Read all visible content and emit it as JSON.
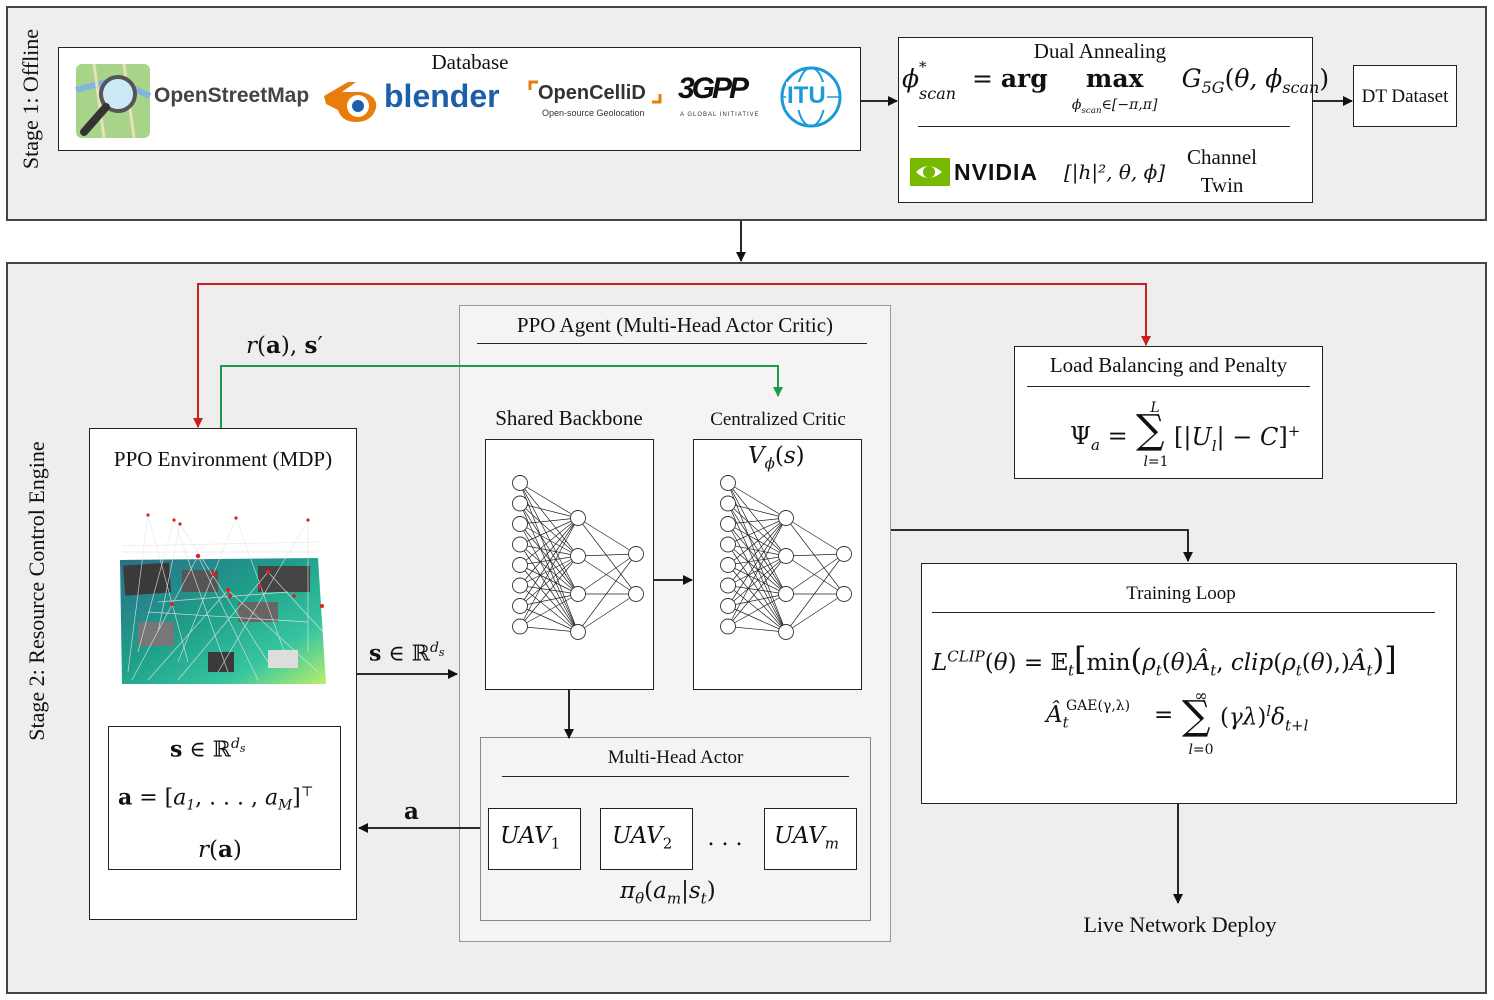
{
  "stage1": {
    "label": "Stage 1: Offline",
    "database": {
      "title": "Database",
      "logos": {
        "osm": "OpenStreetMap",
        "blender": "blender",
        "opencellid": "OpenCelliD",
        "opencellid_sub": "Open-source Geolocation",
        "gpp": "3GPP",
        "gpp_sub": "A GLOBAL INITIATIVE",
        "itu": "ITU"
      }
    },
    "annealing": {
      "title": "Dual Annealing",
      "nvidia": "NVIDIA",
      "channel_vars": "[|h|², θ, ϕ]",
      "channel_twin_line1": "Channel",
      "channel_twin_line2": "Twin"
    },
    "dt_dataset": "DT Dataset"
  },
  "stage2": {
    "label": "Stage 2: Resource Control Engine",
    "feedback_label": "r(a), s′",
    "environment": {
      "title": "PPO Environment (MDP)",
      "state": "s ∈ ℝ^{d_s}",
      "action": "a = [a₁, . . . , a_M]^⊤",
      "reward": "r(a)"
    },
    "state_arrow_label": "s ∈ ℝ^{d_s}",
    "action_arrow_label": "a",
    "agent": {
      "title": "PPO Agent (Multi-Head Actor Critic)",
      "backbone": "Shared Backbone",
      "critic": "Centralized Critic",
      "critic_fn": "Vϕ(s)",
      "actor": {
        "title": "Multi-Head Actor",
        "heads": [
          "UAV1",
          "UAV2",
          "UAVm"
        ],
        "ellipsis": ". . .",
        "policy": "πθ(am|st)"
      }
    },
    "load_balancing": {
      "title": "Load Balancing and Penalty",
      "formula": "Ψa = Σ [|Ul| − C]+"
    },
    "training": {
      "title": "Training Loop",
      "loss": "L^CLIP(θ) = E_t[min(ρt(θ)Ât, clip(ρt(θ),)Ât)]",
      "gae": "Ât^GAE(γ,λ) = Σ (γλ)^l δ_{t+l}"
    },
    "deploy": "Live Network Deploy"
  },
  "colors": {
    "stage_bg": "#eeeeee",
    "red_arrow": "#c8201e",
    "green_arrow": "#1f9a4a",
    "nvidia": "#76b900",
    "blender": "#e87d0d",
    "itu": "#1a9bd7"
  }
}
